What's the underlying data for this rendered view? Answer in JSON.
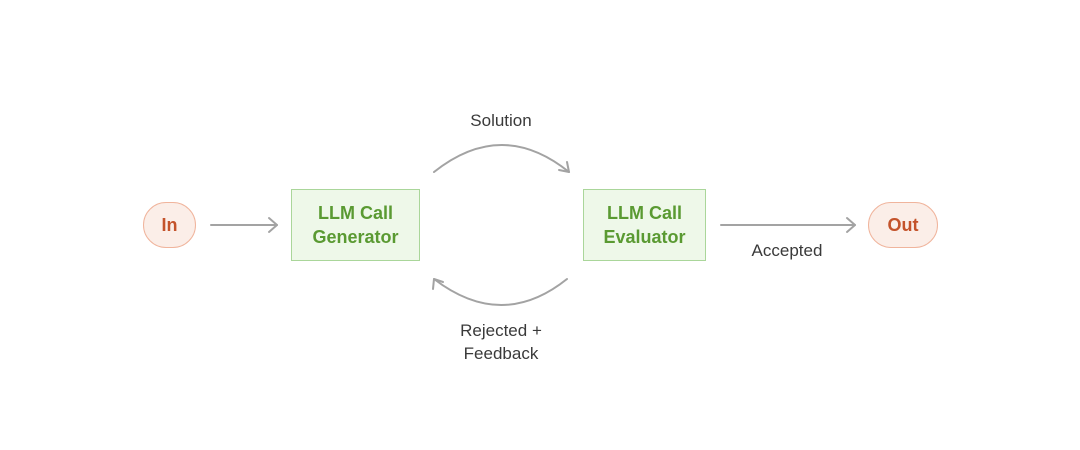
{
  "nodes": {
    "input": "In",
    "output": "Out",
    "generator": "LLM Call\nGenerator",
    "evaluator": "LLM Call\nEvaluator"
  },
  "edges": {
    "solution": "Solution",
    "accepted": "Accepted",
    "rejected_feedback": "Rejected +\nFeedback"
  },
  "colors": {
    "terminal_text": "#c4532b",
    "terminal_fill": "#fbeee8",
    "terminal_border": "#f0b49c",
    "llm_text": "#5a9a32",
    "llm_fill": "#eef8e9",
    "llm_border": "#aad69a",
    "arrow": "#a3a3a3",
    "label_text": "#3a3a3a"
  }
}
